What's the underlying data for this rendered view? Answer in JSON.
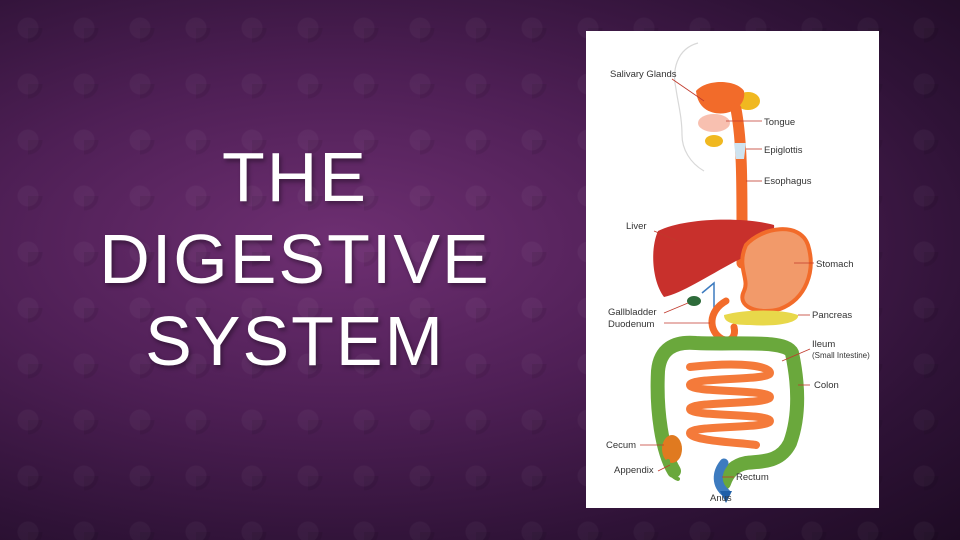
{
  "slide": {
    "title_lines": [
      "THE",
      "DIGESTIVE",
      "SYSTEM"
    ]
  },
  "diagram": {
    "labels": {
      "salivary_glands": "Salivary Glands",
      "tongue": "Tongue",
      "epiglottis": "Epiglottis",
      "esophagus": "Esophagus",
      "liver": "Liver",
      "stomach": "Stomach",
      "gallbladder": "Gallbladder",
      "duodenum": "Duodenum",
      "pancreas": "Pancreas",
      "ileum": "Ileum",
      "small_intestine": "(Small Intestine)",
      "colon": "Colon",
      "cecum": "Cecum",
      "appendix": "Appendix",
      "rectum": "Rectum",
      "anus": "Anus"
    },
    "colors": {
      "esophagus": "#f26b2a",
      "stomach": "#f29a6a",
      "liver": "#c8302c",
      "small_intestine": "#f47a3a",
      "colon": "#6aa83c",
      "pancreas": "#e8d84a",
      "salivary": "#f0b820",
      "gallbladder": "#2e6b3a",
      "rectum": "#3d7bbf"
    }
  }
}
